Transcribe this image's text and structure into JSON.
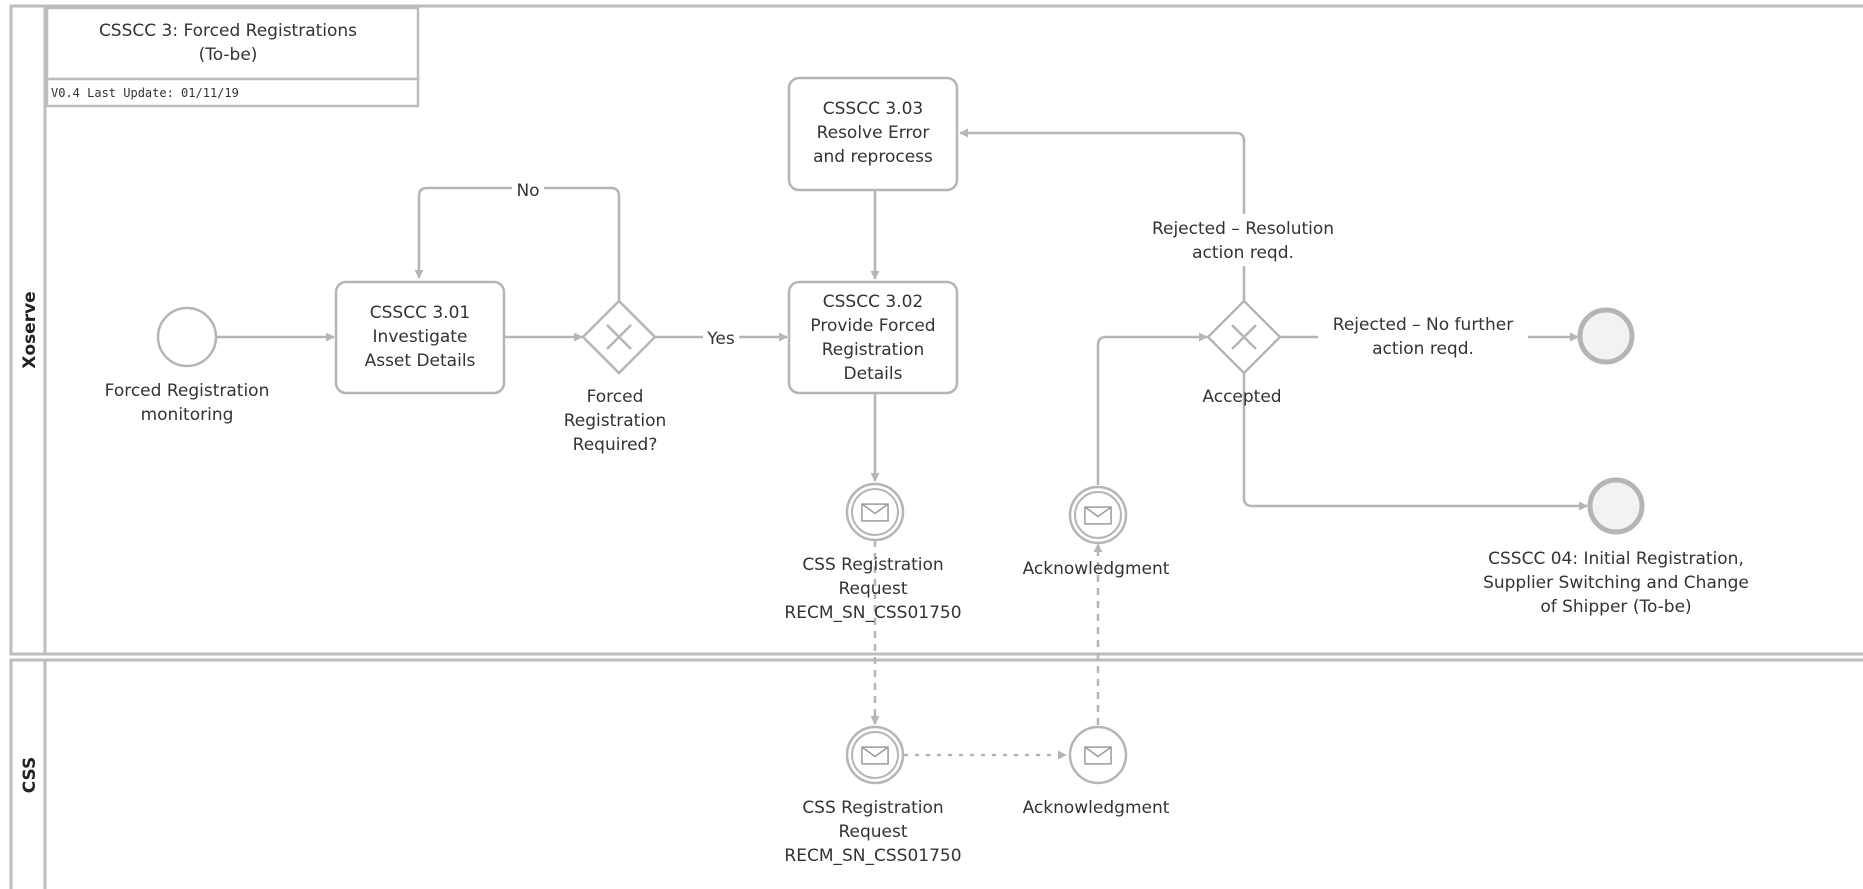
{
  "title_box": {
    "title": [
      "CSSCC 3: Forced Registrations",
      "(To-be)"
    ],
    "version": "V0.4 Last Update: 01/11/19"
  },
  "lanes": [
    {
      "label": "Xoserve"
    },
    {
      "label": "CSS"
    }
  ],
  "tasks": [
    {
      "id": "t301",
      "lines": [
        "CSSCC 3.01",
        "Investigate",
        "Asset Details"
      ]
    },
    {
      "id": "t302",
      "lines": [
        "CSSCC 3.02",
        "Provide Forced",
        "Registration",
        "Details"
      ]
    },
    {
      "id": "t303",
      "lines": [
        "CSSCC 3.03",
        "Resolve Error",
        "and reprocess"
      ]
    }
  ],
  "start_event": {
    "label": [
      "Forced Registration",
      "monitoring"
    ]
  },
  "gateways": [
    {
      "id": "g1",
      "label": [
        "Forced",
        "Registration",
        "Required?"
      ]
    },
    {
      "id": "g2",
      "label": [
        "Accepted"
      ]
    }
  ],
  "flow_labels": {
    "no": "No",
    "yes": "Yes",
    "rejected_resolution": [
      "Rejected – Resolution",
      "action reqd."
    ],
    "rejected_no_further": [
      "Rejected – No further",
      "action reqd."
    ]
  },
  "message_events": [
    {
      "id": "m1",
      "lines": [
        "CSS Registration",
        "Request",
        "RECM_SN_CSS01750"
      ]
    },
    {
      "id": "m2",
      "lines": [
        "Acknowledgment"
      ]
    },
    {
      "id": "m3",
      "lines": [
        "CSS Registration",
        "Request",
        "RECM_SN_CSS01750"
      ]
    },
    {
      "id": "m4",
      "lines": [
        "Acknowledgment"
      ]
    }
  ],
  "end_events": [
    {
      "id": "e1",
      "lines": []
    },
    {
      "id": "e2",
      "lines": [
        "CSSCC 04: Initial Registration,",
        "Supplier Switching and Change",
        "of Shipper (To-be)"
      ]
    }
  ],
  "colors": {
    "stroke": "#b5b5b5",
    "text": "#333333",
    "end_fill": "#f2f2f2"
  }
}
